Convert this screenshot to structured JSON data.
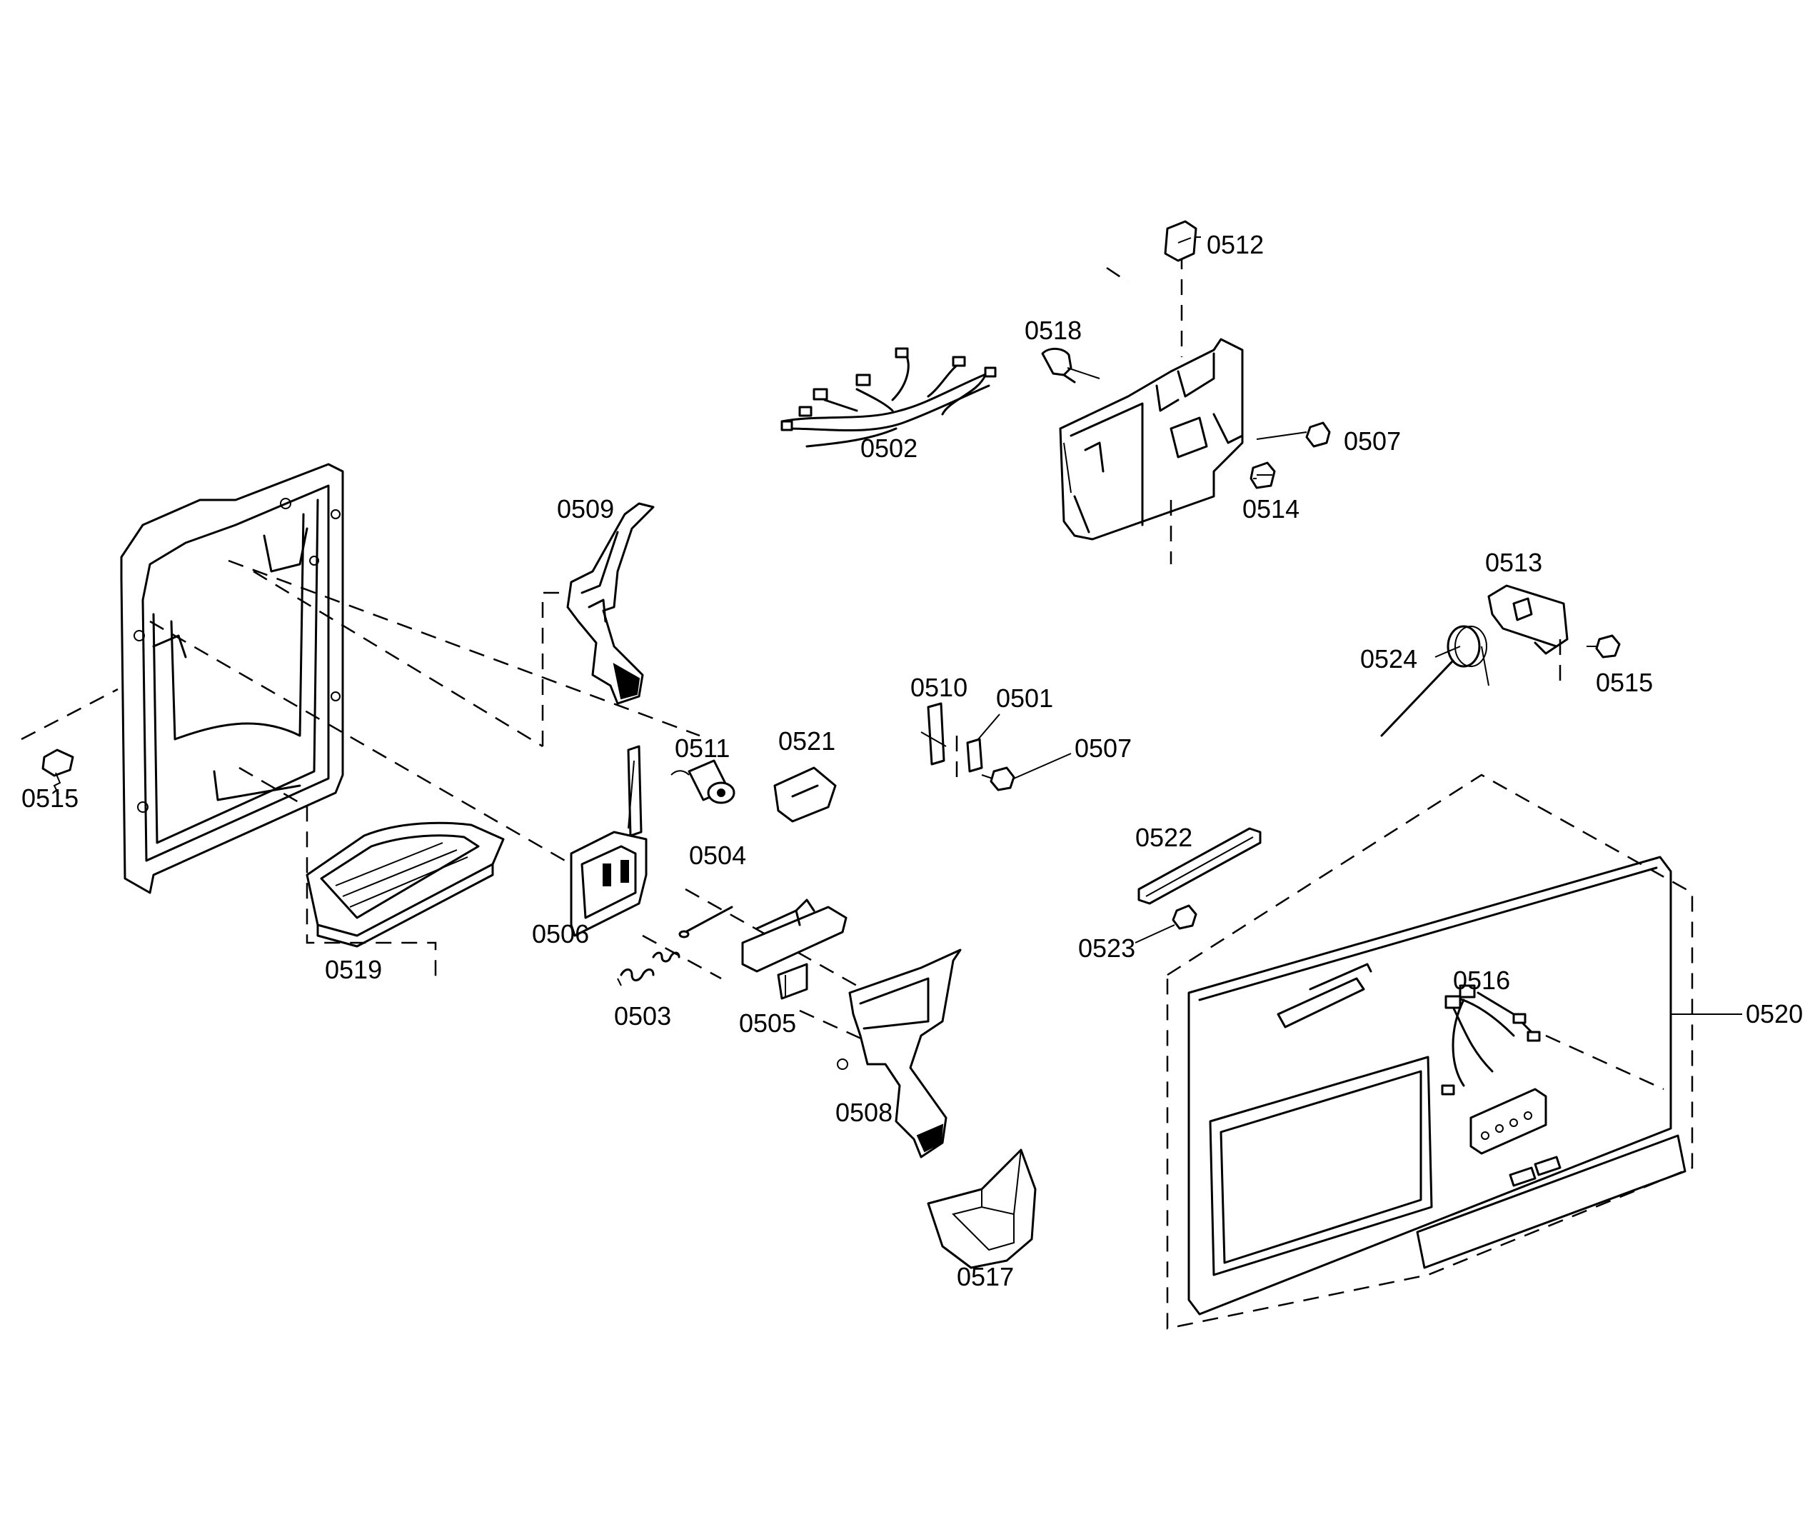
{
  "labels": {
    "p0501": "0501",
    "p0502": "0502",
    "p0503": "0503",
    "p0504": "0504",
    "p0505": "0505",
    "p0506": "0506",
    "p0507a": "0507",
    "p0507b": "0507",
    "p0508": "0508",
    "p0509": "0509",
    "p0510": "0510",
    "p0511": "0511",
    "p0512": "0512",
    "p0513": "0513",
    "p0514": "0514",
    "p0515a": "0515",
    "p0515b": "0515",
    "p0516": "0516",
    "p0517": "0517",
    "p0518": "0518",
    "p0519": "0519",
    "p0520": "0520",
    "p0521": "0521",
    "p0522": "0522",
    "p0523": "0523",
    "p0524": "0524"
  }
}
